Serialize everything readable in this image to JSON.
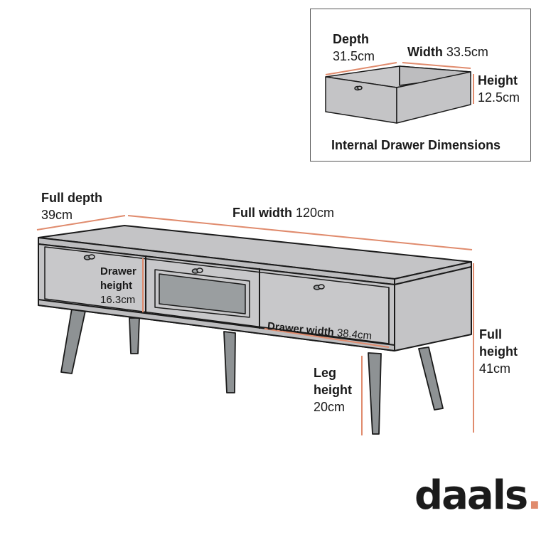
{
  "inset": {
    "depth_label": "Depth",
    "depth_value": "31.5cm",
    "width_label": "Width",
    "width_value": "33.5cm",
    "height_label": "Height",
    "height_value": "12.5cm",
    "caption": "Internal Drawer Dimensions"
  },
  "main": {
    "full_depth_label": "Full depth",
    "full_depth_value": "39cm",
    "full_width_label": "Full width",
    "full_width_value": "120cm",
    "drawer_height_label_1": "Drawer",
    "drawer_height_label_2": "height",
    "drawer_height_value": "16.3cm",
    "drawer_width_label": "Drawer width",
    "drawer_width_value": "38.4cm",
    "leg_height_label_1": "Leg",
    "leg_height_label_2": "height",
    "leg_height_value": "20cm",
    "full_height_label_1": "Full",
    "full_height_label_2": "height",
    "full_height_value": "41cm"
  },
  "brand": {
    "name": "daals",
    "dot": ".",
    "accent_color": "#e08b6d"
  },
  "colors": {
    "dimension_line": "#e08b6d",
    "furniture_fill": "#c4c4c6",
    "leg_fill": "#8e9294",
    "glass_fill": "#9a9ea0",
    "outline": "#1a1a1a"
  }
}
